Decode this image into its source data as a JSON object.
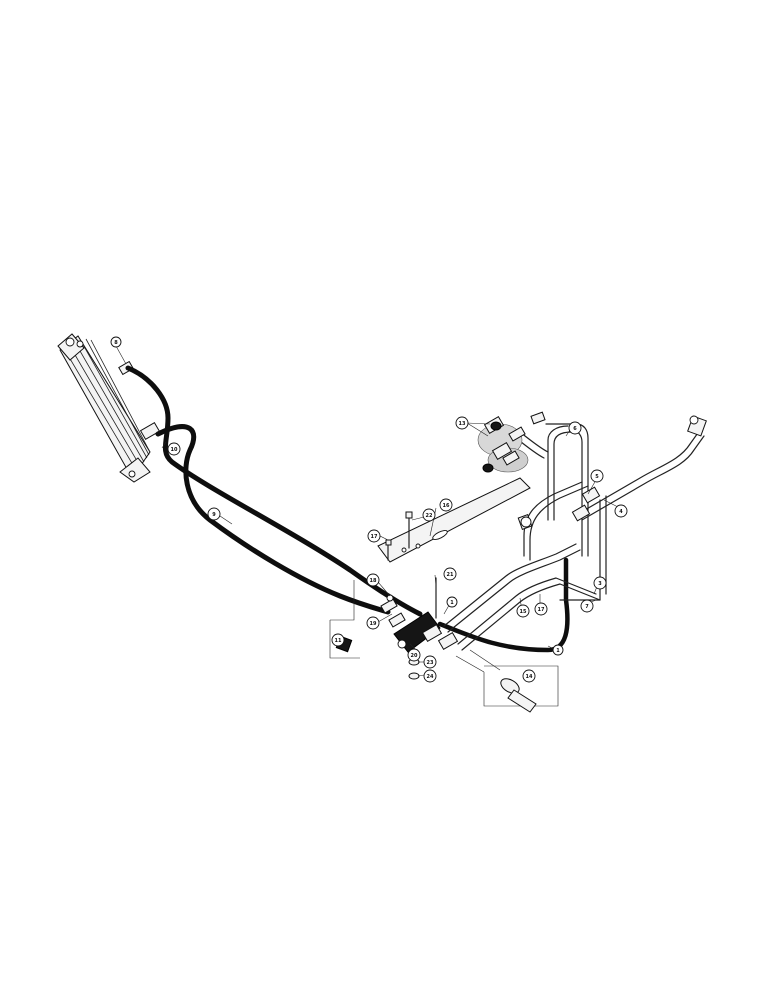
{
  "callouts": [
    {
      "id": "c8a",
      "text": "8"
    },
    {
      "id": "c10",
      "text": "10"
    },
    {
      "id": "c9",
      "text": "9"
    },
    {
      "id": "c13",
      "text": "13"
    },
    {
      "id": "c6",
      "text": "6"
    },
    {
      "id": "c16",
      "text": "16"
    },
    {
      "id": "c22",
      "text": "22"
    },
    {
      "id": "c17a",
      "text": "17"
    },
    {
      "id": "c5",
      "text": "5"
    },
    {
      "id": "c4",
      "text": "4"
    },
    {
      "id": "c21",
      "text": "21"
    },
    {
      "id": "c18",
      "text": "18"
    },
    {
      "id": "c1a",
      "text": "1"
    },
    {
      "id": "c19",
      "text": "19"
    },
    {
      "id": "c11",
      "text": "11"
    },
    {
      "id": "c15",
      "text": "15"
    },
    {
      "id": "c17b",
      "text": "17"
    },
    {
      "id": "c3",
      "text": "3"
    },
    {
      "id": "c7",
      "text": "7"
    },
    {
      "id": "c20",
      "text": "20"
    },
    {
      "id": "c23",
      "text": "23"
    },
    {
      "id": "c24",
      "text": "24"
    },
    {
      "id": "c1b",
      "text": "1"
    },
    {
      "id": "c14",
      "text": "14"
    }
  ]
}
